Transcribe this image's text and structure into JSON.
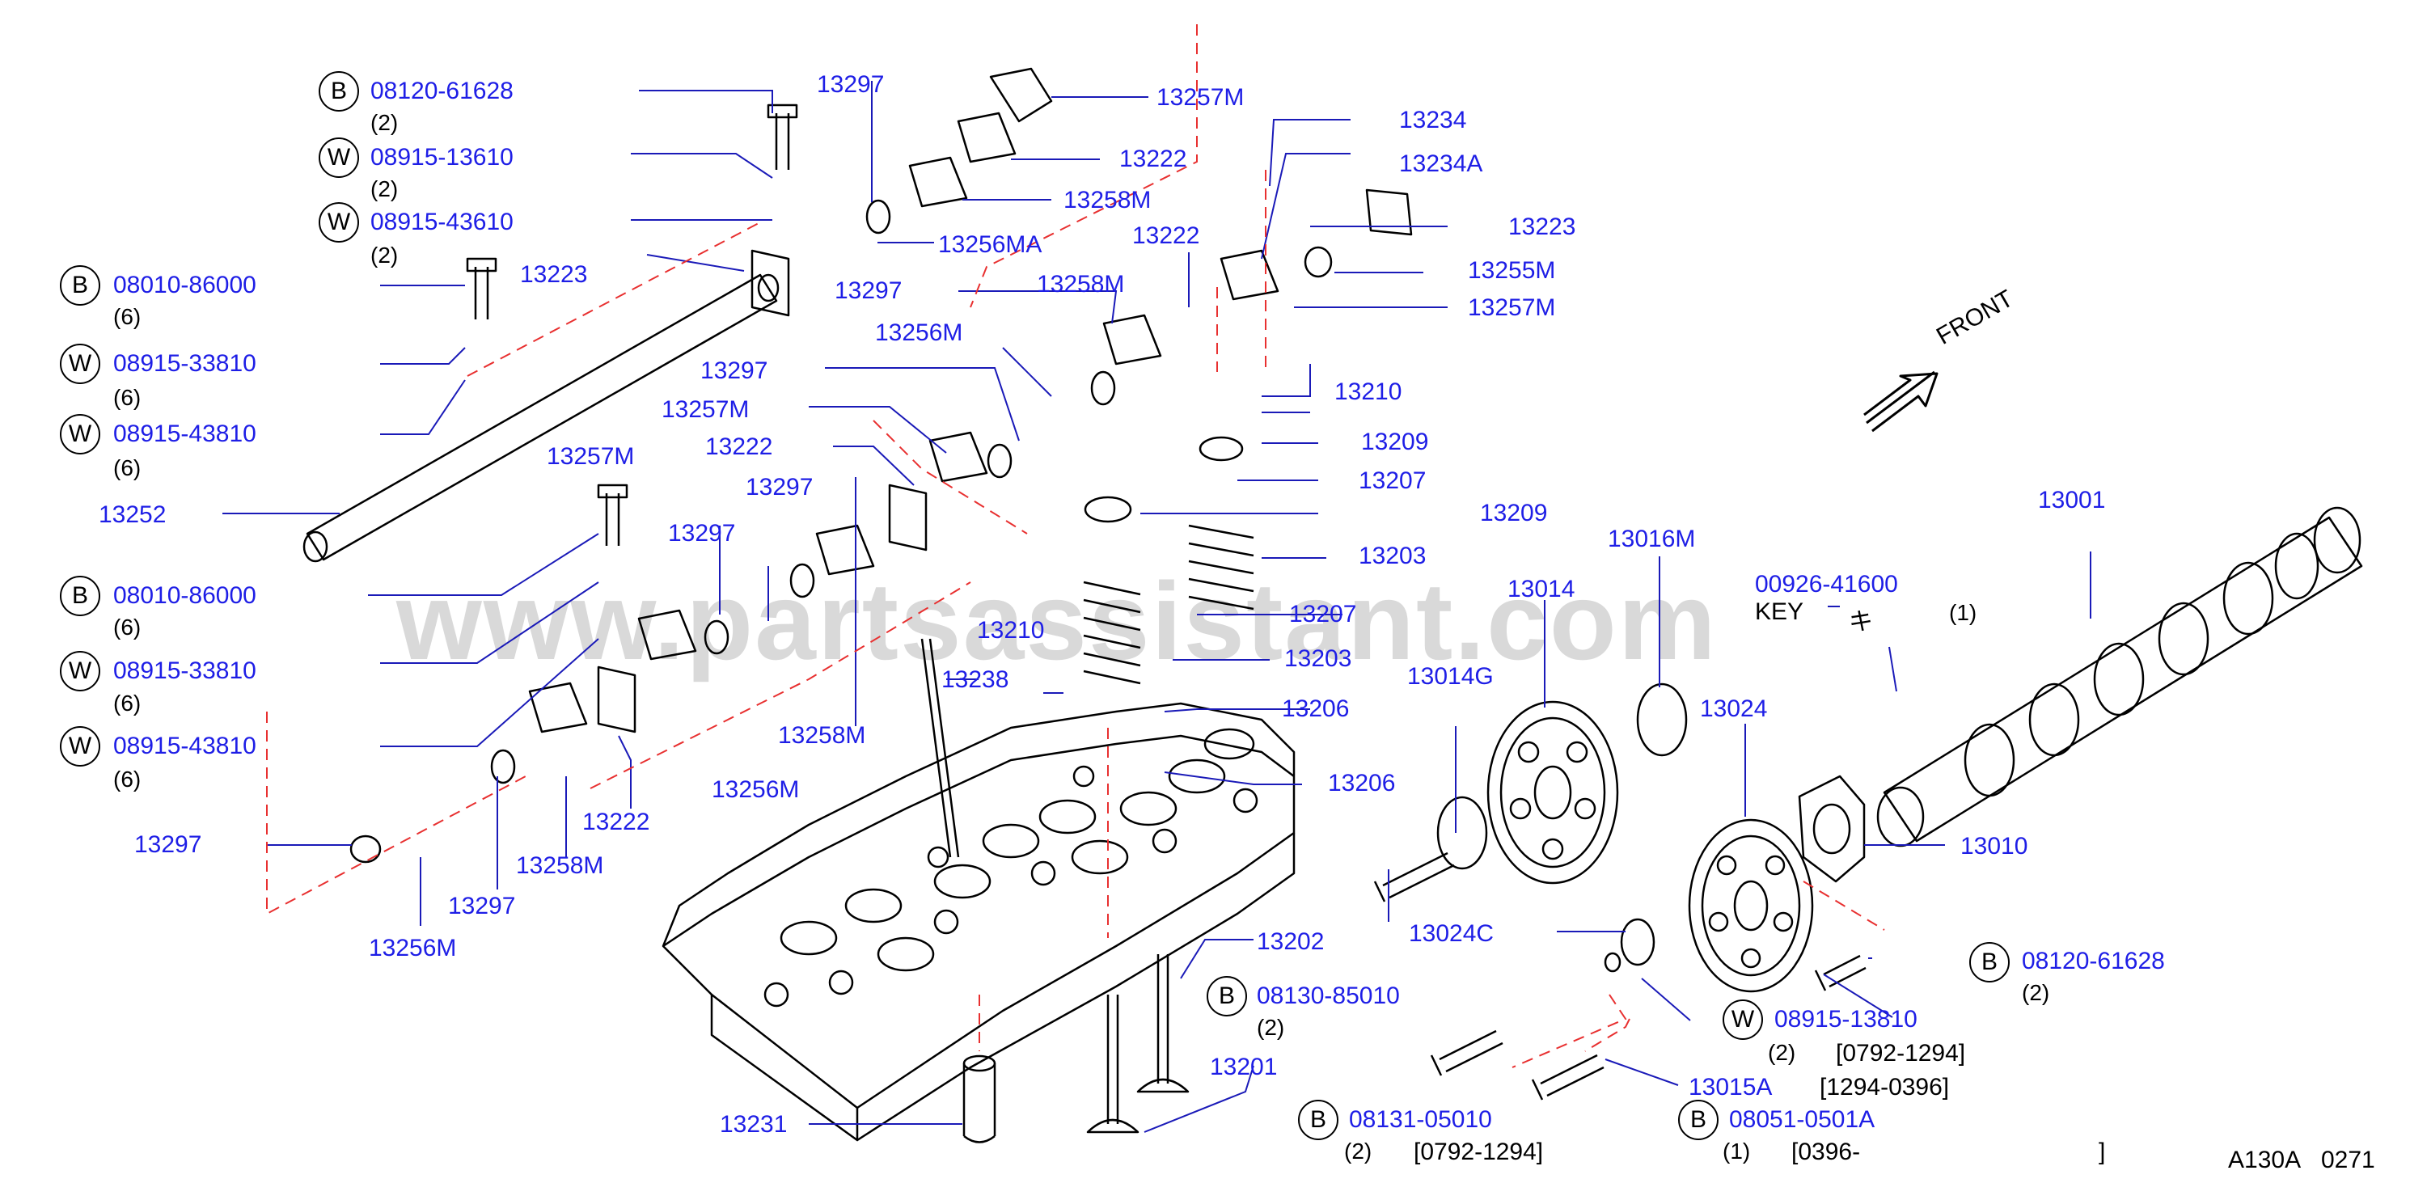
{
  "watermark": "www.partsassistant.com",
  "front_label": "FRONT",
  "figure_code": "A130A",
  "figure_number": "0271",
  "key": {
    "number": "00926-41600",
    "label": "KEY",
    "qty": "(1)"
  },
  "parts": {
    "p13297_a": "13297",
    "p13257m_a": "13257M",
    "p13222_a": "13222",
    "p13258m_a": "13258M",
    "p13256ma": "13256MA",
    "p13222_b": "13222",
    "p13297_b": "13297",
    "p13258m_b": "13258M",
    "p13256m_a": "13256M",
    "p13297_c": "13297",
    "p13257m_b": "13257M",
    "p13222_c": "13222",
    "p13297_d": "13297",
    "p13257m_c": "13257M",
    "p13297_e": "13297",
    "p13252": "13252",
    "p13223_a": "13223",
    "p13234": "13234",
    "p13234a": "13234A",
    "p13223_b": "13223",
    "p13255m": "13255M",
    "p13257m_d": "13257M",
    "p13210_a": "13210",
    "p13209_a": "13209",
    "p13207_a": "13207",
    "p13209_b": "13209",
    "p13203_a": "13203",
    "p13207_b": "13207",
    "p13210_b": "13210",
    "p13203_b": "13203",
    "p13238": "13238",
    "p13206_a": "13206",
    "p13206_b": "13206",
    "p13258m_c": "13258M",
    "p13256m_b": "13256M",
    "p13222_d": "13222",
    "p13258m_d": "13258M",
    "p13297_f": "13297",
    "p13297_g": "13297",
    "p13256m_c": "13256M",
    "p13202": "13202",
    "p13201": "13201",
    "p13231": "13231",
    "p13001": "13001",
    "p13016m": "13016M",
    "p13014": "13014",
    "p13014g": "13014G",
    "p13024": "13024",
    "p13010": "13010",
    "p13024c": "13024C",
    "p13015a": "13015A"
  },
  "fasteners": [
    {
      "prefix": "B",
      "number": "08120-61628",
      "qty": "(2)",
      "note": ""
    },
    {
      "prefix": "W",
      "number": "08915-13610",
      "qty": "(2)",
      "note": ""
    },
    {
      "prefix": "W",
      "number": "08915-43610",
      "qty": "(2)",
      "note": ""
    },
    {
      "prefix": "B",
      "number": "08010-86000",
      "qty": "(6)",
      "note": ""
    },
    {
      "prefix": "W",
      "number": "08915-33810",
      "qty": "(6)",
      "note": ""
    },
    {
      "prefix": "W",
      "number": "08915-43810",
      "qty": "(6)",
      "note": ""
    },
    {
      "prefix": "B",
      "number": "08010-86000",
      "qty": "(6)",
      "note": ""
    },
    {
      "prefix": "W",
      "number": "08915-33810",
      "qty": "(6)",
      "note": ""
    },
    {
      "prefix": "W",
      "number": "08915-43810",
      "qty": "(6)",
      "note": ""
    },
    {
      "prefix": "B",
      "number": "08130-85010",
      "qty": "(2)",
      "note": ""
    },
    {
      "prefix": "B",
      "number": "08120-61628",
      "qty": "(2)",
      "note": ""
    },
    {
      "prefix": "W",
      "number": "08915-13810",
      "qty": "(2)",
      "note": "[0792-1294]"
    },
    {
      "prefix": "B",
      "number": "08131-05010",
      "qty": "(2)",
      "note": "[0792-1294]"
    },
    {
      "prefix": "B",
      "number": "08051-0501A",
      "qty": "(1)",
      "note": "[0396-"
    }
  ],
  "extra_notes": {
    "n13015a": "[1294-0396]",
    "bracket_close": "]"
  },
  "colors": {
    "part_number": "#1e1ee6",
    "dashed_line": "#e83030",
    "line": "#1a1ab8",
    "ink": "#000000"
  }
}
